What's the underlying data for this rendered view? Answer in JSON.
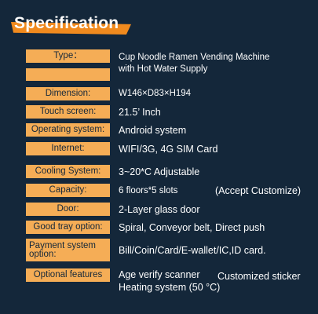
{
  "page": {
    "title": "Specification"
  },
  "specs": {
    "type": {
      "label": "Type：",
      "value_line1": "Cup Noodle Ramen Vending Machine",
      "value_line2": "with Hot Water Supply"
    },
    "dimension": {
      "label": "Dimension:",
      "value": "W146×D83×H194"
    },
    "touch_screen": {
      "label": "Touch screen:",
      "value": "21.5’  Inch"
    },
    "operating_system": {
      "label": "Operating system:",
      "value": "Android system"
    },
    "internet": {
      "label": "Internet:",
      "value": "WIFI/3G, 4G SIM Card"
    },
    "cooling_system": {
      "label": "Cooling System:",
      "value": "3~20*C Adjustable"
    },
    "capacity": {
      "label": "Capacity:",
      "value": "6 floors*5 slots",
      "note": "(Accept Customize)"
    },
    "door": {
      "label": "Door:",
      "value": "2-Layer glass door"
    },
    "good_tray_option": {
      "label": "Good tray option:",
      "value": "Spiral, Conveyor belt, Direct push"
    },
    "payment_system_option": {
      "label": "Payment system option:",
      "value": "Bill/Coin/Card/E-wallet/IC,ID card."
    },
    "optional_features": {
      "label": "Optional features",
      "value_1": "Age verify scanner",
      "value_2": "Customized sticker",
      "value_3": "Heating system (50 °C)"
    }
  },
  "colors": {
    "background": "#14273a",
    "label_fill": "#f5ad56",
    "accent": "#f08a1e",
    "text": "#ffffff"
  }
}
